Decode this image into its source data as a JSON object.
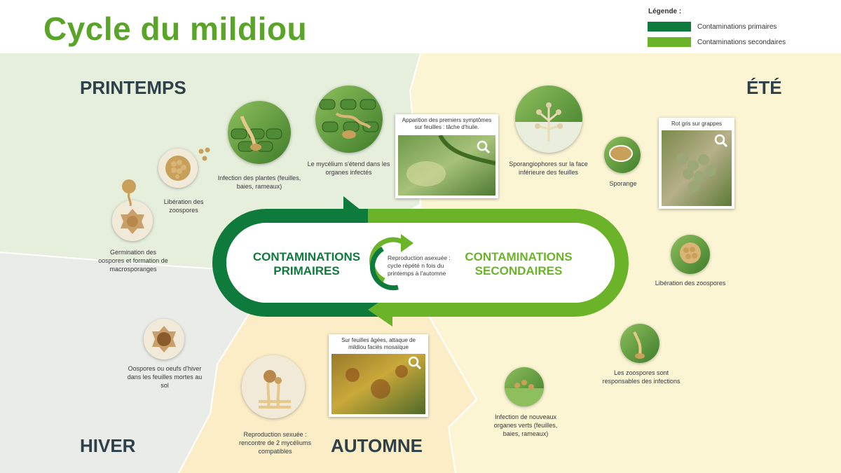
{
  "header": {
    "title": "Cycle du mildiou"
  },
  "legend": {
    "title": "Légende :",
    "items": [
      {
        "label": "Contaminations primaires",
        "color": "#0e7a3c"
      },
      {
        "label": "Contaminations secondaires",
        "color": "#6bb42a"
      }
    ]
  },
  "seasons": {
    "spring": "PRINTEMPS",
    "summer": "ÉTÉ",
    "winter": "HIVER",
    "autumn": "AUTOMNE"
  },
  "cycle": {
    "primary": "CONTAMINATIONS PRIMAIRES",
    "secondary": "CONTAMINATIONS SECONDAIRES",
    "asexual": "Reproduction asexuée : cycle répété n fois du printemps à l'automne"
  },
  "steps": {
    "germination": "Germination des oospores et formation de macrosporanges",
    "liberation_spring": "Libération des zoospores",
    "infection_plants": "Infection des plantes (feuilles, baies, rameaux)",
    "mycelium": "Le mycélium s'étend dans les organes infectés",
    "sporangiophores": "Sporangiophores sur la face inférieure des feuilles",
    "sporange": "Sporange",
    "liberation_summer": "Libération des zoospores",
    "zoospores_infections": "Les zoospores sont responsables des infections",
    "new_infection": "Infection de nouveaux organes verts (feuilles, baies, rameaux)",
    "sexual": "Reproduction sexuée : rencontre de 2 mycéliums compatibles",
    "oospores": "Oospores ou oeufs d'hiver dans les feuilles mortes au sol"
  },
  "photos": {
    "symptoms": "Apparition des premiers symptômes sur feuilles : tâche d'huile.",
    "grey_rot": "Rot gris sur grappes",
    "mosaic": "Sur feuilles âgées, attaque de mildiou faciès mosaïque"
  },
  "icons": {
    "zoom": "magnifier-icon"
  },
  "colors": {
    "spring_bg": "#e6eedc",
    "summer_bg": "#fbf5d4",
    "winter_bg": "#eaece8",
    "autumn_bg": "#fbedc6",
    "primary_green": "#0e7a3c",
    "secondary_green": "#6bb42a",
    "title_green": "#5ba42a",
    "season_text": "#2e4049"
  }
}
